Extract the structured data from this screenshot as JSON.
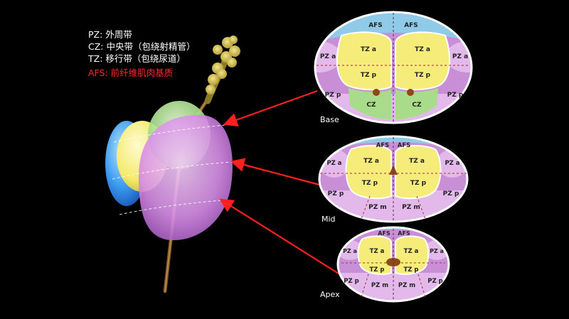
{
  "legend": {
    "items": [
      {
        "code": "PZ:",
        "name": "外周带"
      },
      {
        "code": "CZ:",
        "name": "中央带（包绕射精管）"
      },
      {
        "code": "TZ:",
        "name": "移行带（包绕尿道）"
      }
    ],
    "afs": {
      "code": "AFS:",
      "name": "前纤维肌肉基质"
    }
  },
  "sections": {
    "base": {
      "title": "Base",
      "afs_left": "AFS",
      "afs_right": "AFS",
      "tza_left": "TZ a",
      "tza_right": "TZ a",
      "tzp_left": "TZ p",
      "tzp_right": "TZ p",
      "cz_left": "CZ",
      "cz_right": "CZ",
      "pza_left": "PZ a",
      "pza_right": "PZ a",
      "pzp_left": "PZ p",
      "pzp_right": "PZ p"
    },
    "mid": {
      "title": "Mid",
      "afs_left": "AFS",
      "afs_right": "AFS",
      "tza_left": "TZ a",
      "tza_right": "TZ a",
      "tzp_left": "TZ p",
      "tzp_right": "TZ p",
      "pza_left": "PZ a",
      "pza_right": "PZ a",
      "pzp_left": "PZ p",
      "pzp_right": "PZ p",
      "pzm_left": "PZ m",
      "pzm_right": "PZ m"
    },
    "apex": {
      "title": "Apex",
      "afs_left": "AFS",
      "afs_right": "AFS",
      "tza_left": "TZ a",
      "tza_right": "TZ a",
      "tzp_left": "TZ p",
      "tzp_right": "TZ p",
      "pza_left": "PZ a",
      "pza_right": "PZ a",
      "pzp_left": "PZ p",
      "pzp_right": "PZ p",
      "pzm_left": "PZ m",
      "pzm_right": "PZ m"
    }
  },
  "colors": {
    "afs": "#8fcbe8",
    "pz": "#c98fd6",
    "pz_light": "#e2b9ea",
    "tz": "#f6ec7a",
    "cz": "#a9dc8a",
    "arrow": "#ff2020",
    "legend_afs": "#ff2a2a"
  }
}
